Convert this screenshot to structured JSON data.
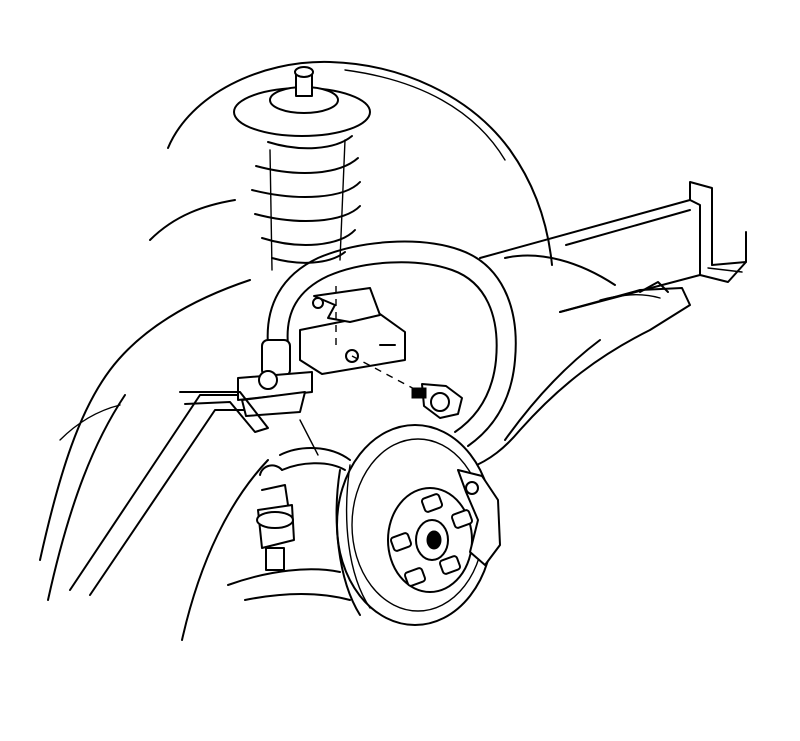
{
  "diagram": {
    "style": "black line-art illustration",
    "components": [
      "coil-spring-strut",
      "stabilizer-bar",
      "stabilizer-link-bracket",
      "bracket-bolt",
      "frame-rail",
      "lower-control-arm",
      "brake-rotor",
      "wheel-hub",
      "wheel-studs",
      "ball-joint",
      "brake-caliper-bracket"
    ],
    "colors": {
      "line": "#000000",
      "background": "#ffffff"
    }
  }
}
